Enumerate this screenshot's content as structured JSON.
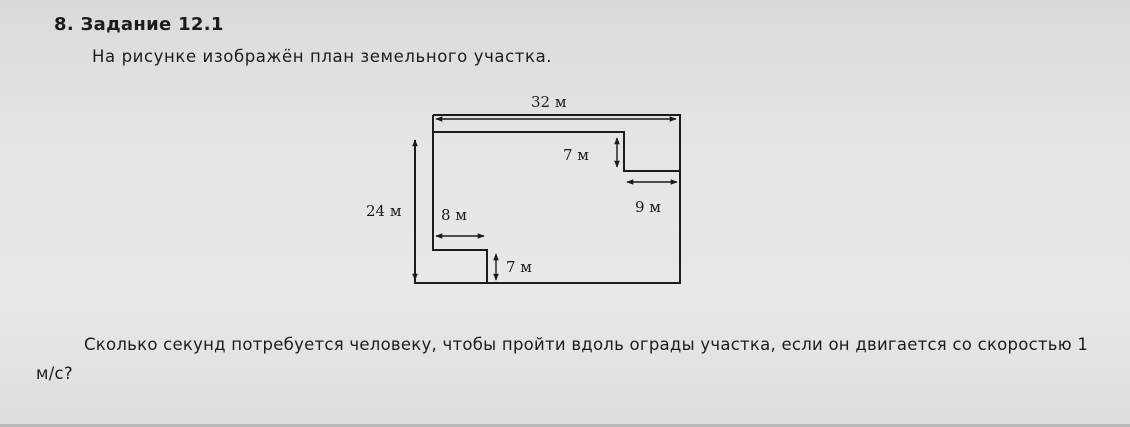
{
  "task": {
    "heading": "8. Задание 12.1",
    "intro": "На рисунке изображён план земельного участка.",
    "question": "Сколько секунд потребуется человеку, чтобы пройти вдоль ограды участка, если он двигается со скоростью 1 м/с?"
  },
  "diagram": {
    "labels": {
      "top_width": "32 м",
      "left_height": "24 м",
      "top_right_step_height": "7 м",
      "top_right_step_width": "9 м",
      "bottom_left_step_width": "8 м",
      "bottom_left_step_height": "7 м"
    }
  }
}
